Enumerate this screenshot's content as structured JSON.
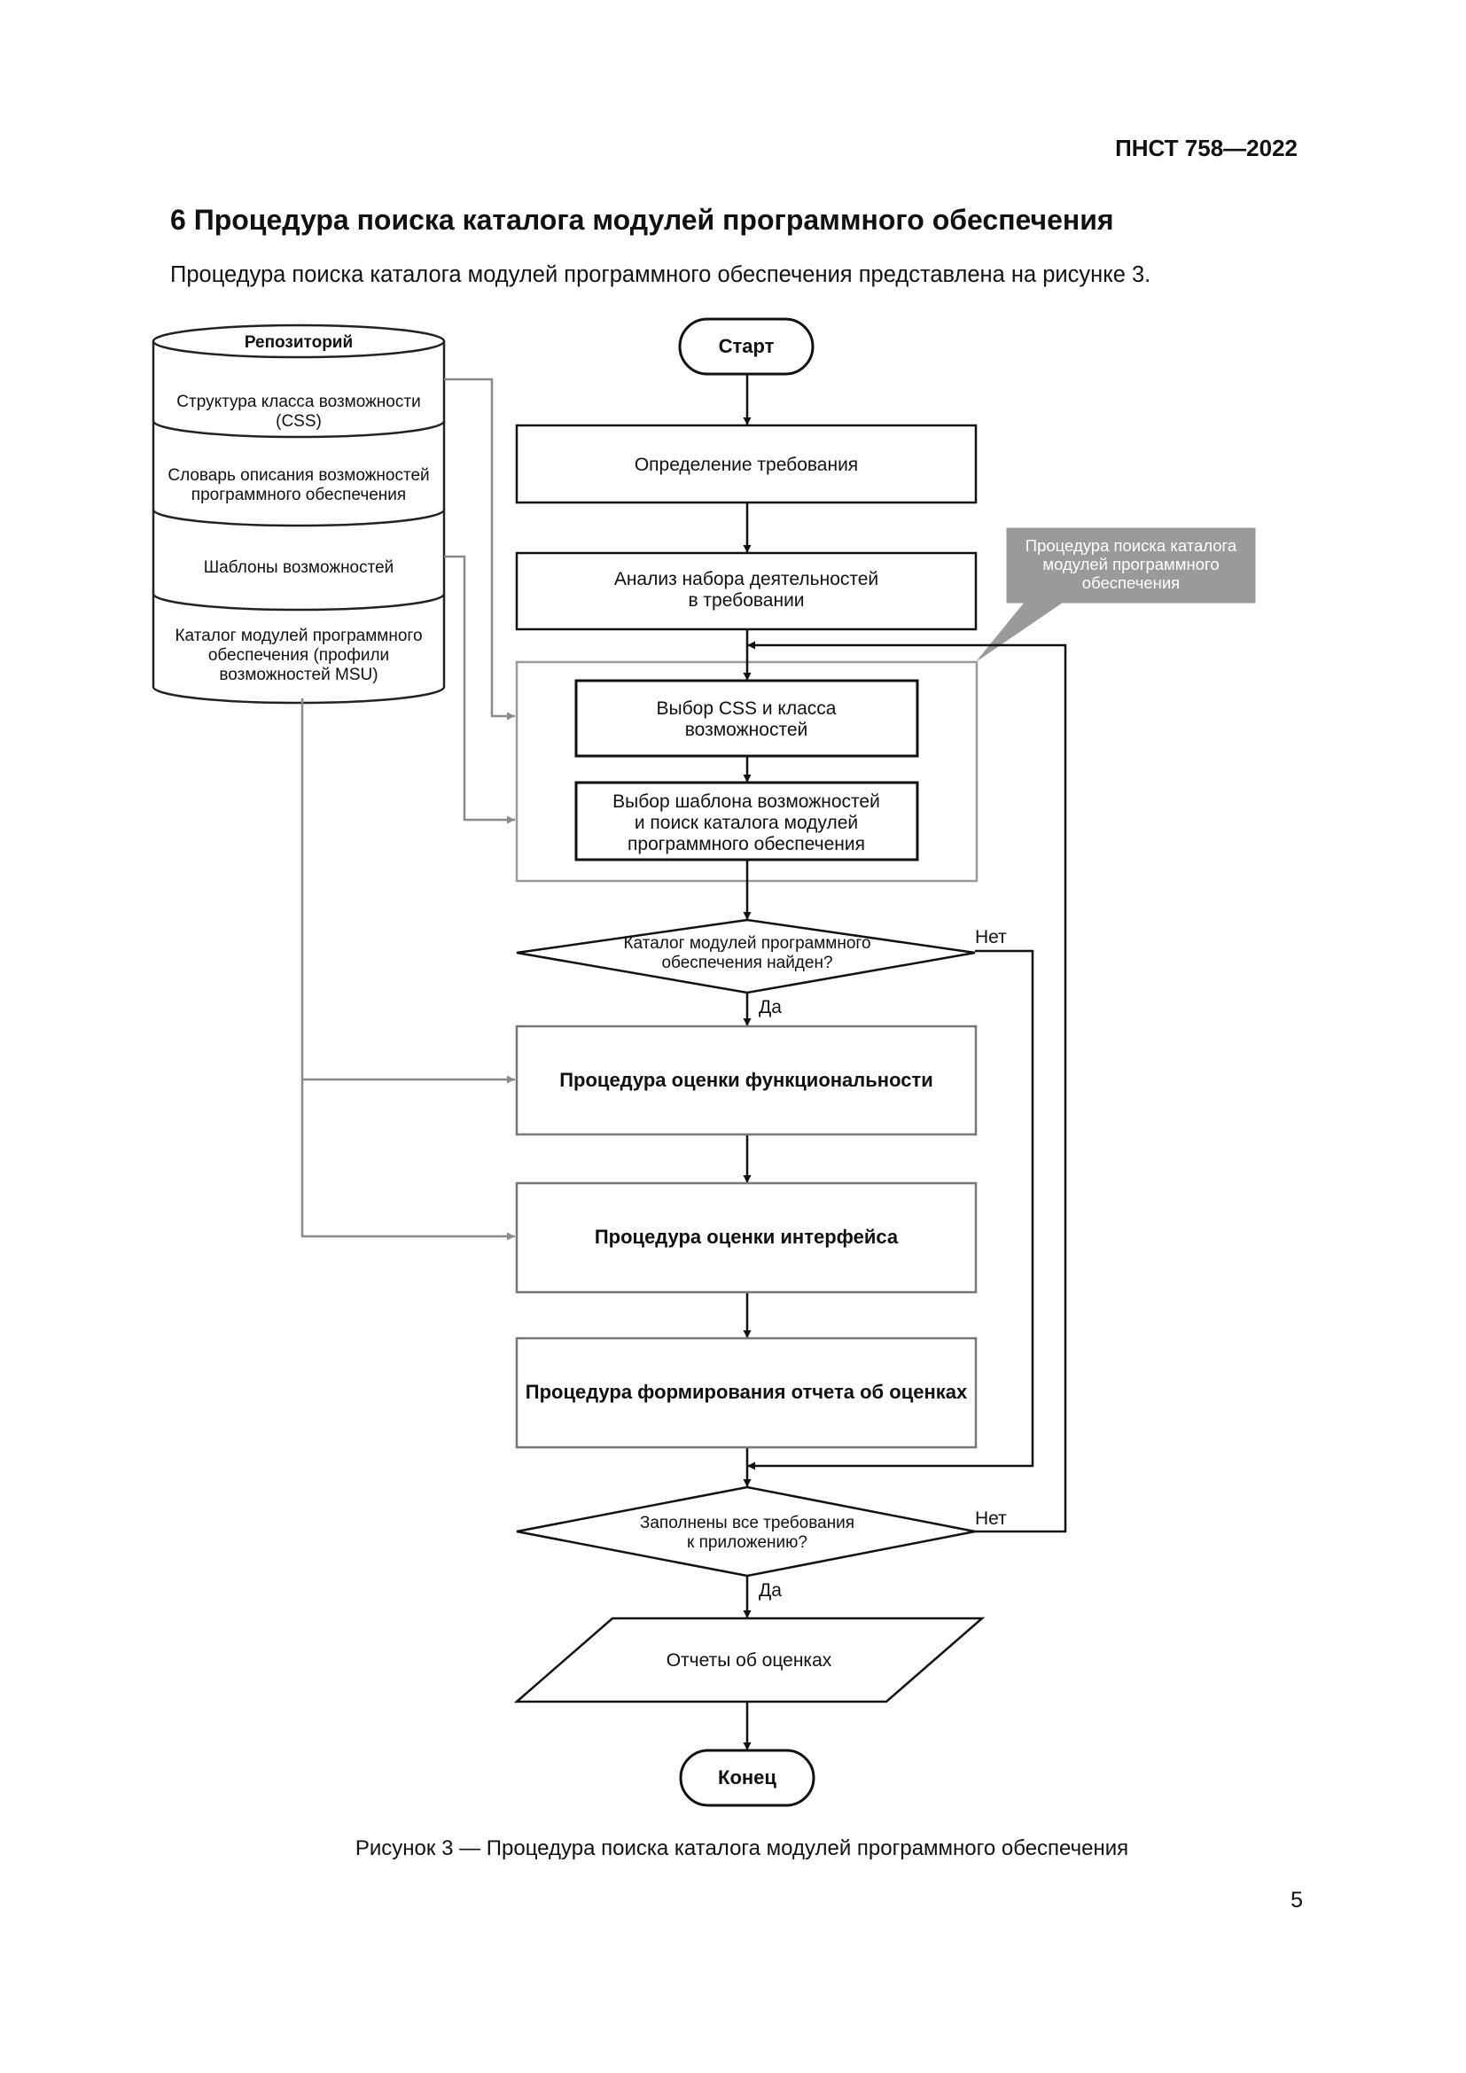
{
  "header": {
    "doc_code": "ПНСТ 758—2022"
  },
  "section": {
    "heading": "6 Процедура поиска каталога модулей программного обеспечения",
    "intro": "Процедура поиска каталога модулей программного обеспечения представлена на рисунке 3."
  },
  "diagram": {
    "repository": {
      "title": "Репозиторий",
      "sections": [
        {
          "lines": [
            "Структура класса возможности",
            "(CSS)"
          ]
        },
        {
          "lines": [
            "Словарь описания возможностей",
            "программного обеспечения"
          ]
        },
        {
          "lines": [
            "Шаблоны возможностей"
          ]
        },
        {
          "lines": [
            "Каталог модулей программного",
            "обеспечения (профили",
            "возможностей MSU)"
          ]
        }
      ]
    },
    "start": "Старт",
    "step_requirements": "Определение требования",
    "step_analysis": [
      "Анализ набора деятельностей",
      "в требовании"
    ],
    "callout": [
      "Процедура поиска каталога",
      "модулей программного",
      "обеспечения"
    ],
    "step_select_css": [
      "Выбор CSS и класса",
      "возможностей"
    ],
    "step_select_template": [
      "Выбор шаблона возможностей",
      "и поиск каталога модулей",
      "программного обеспечения"
    ],
    "decision_found": [
      "Каталог модулей программного",
      "обеспечения найден?"
    ],
    "label_no_1": "Нет",
    "label_yes_1": "Да",
    "proc_functionality": "Процедура оценки функциональности",
    "proc_interface": "Процедура оценки интерфейса",
    "proc_report": "Процедура формирования отчета об оценках",
    "decision_filled": [
      "Заполнены все требования",
      "к приложению?"
    ],
    "label_no_2": "Нет",
    "label_yes_2": "Да",
    "output": "Отчеты об оценках",
    "end": "Конец"
  },
  "caption": "Рисунок 3 — Процедура поиска каталога модулей программного обеспечения",
  "page_number": "5"
}
